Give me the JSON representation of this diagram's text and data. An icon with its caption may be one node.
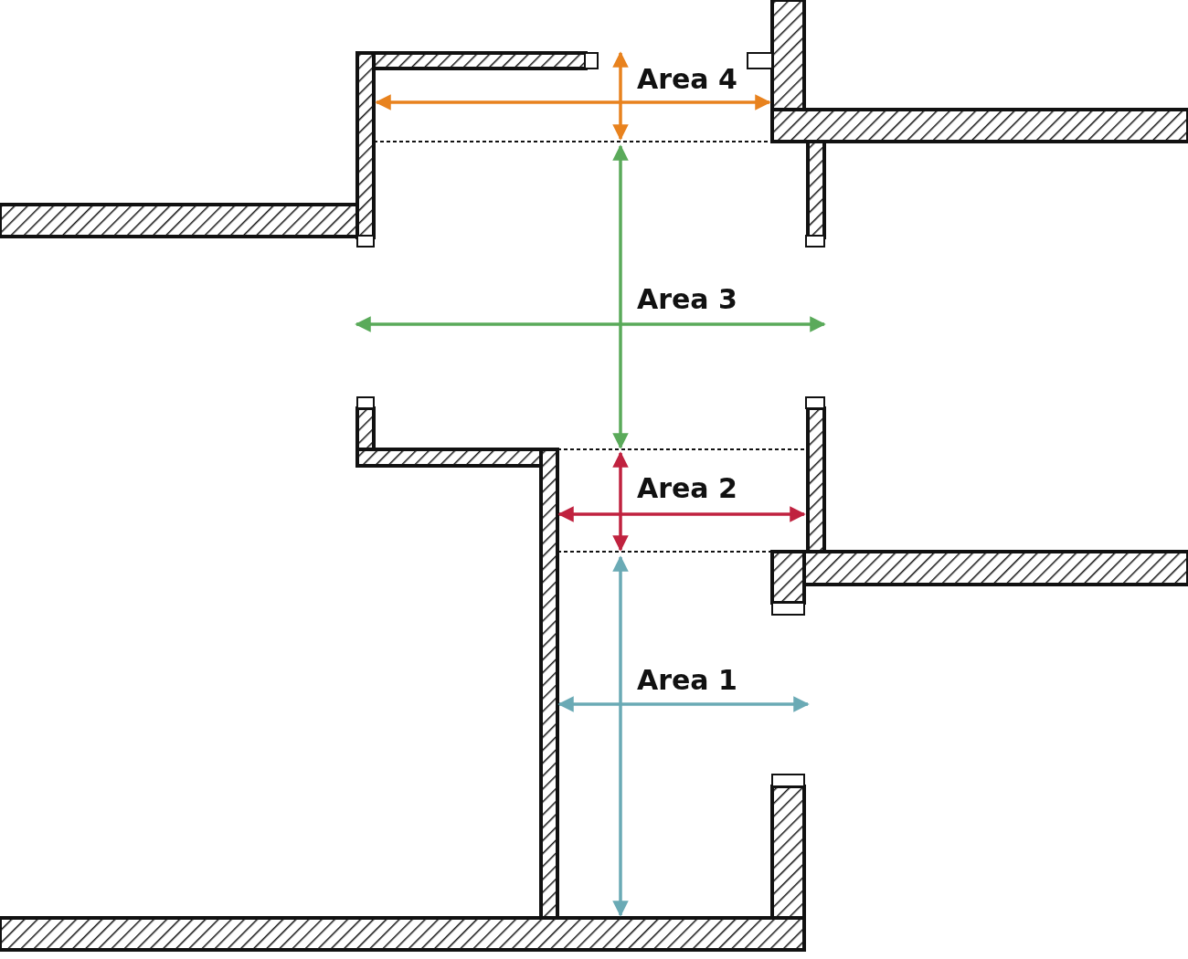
{
  "diagram": {
    "labels": [
      "Area 4",
      "Area 3",
      "Area 2",
      "Area 1"
    ]
  }
}
